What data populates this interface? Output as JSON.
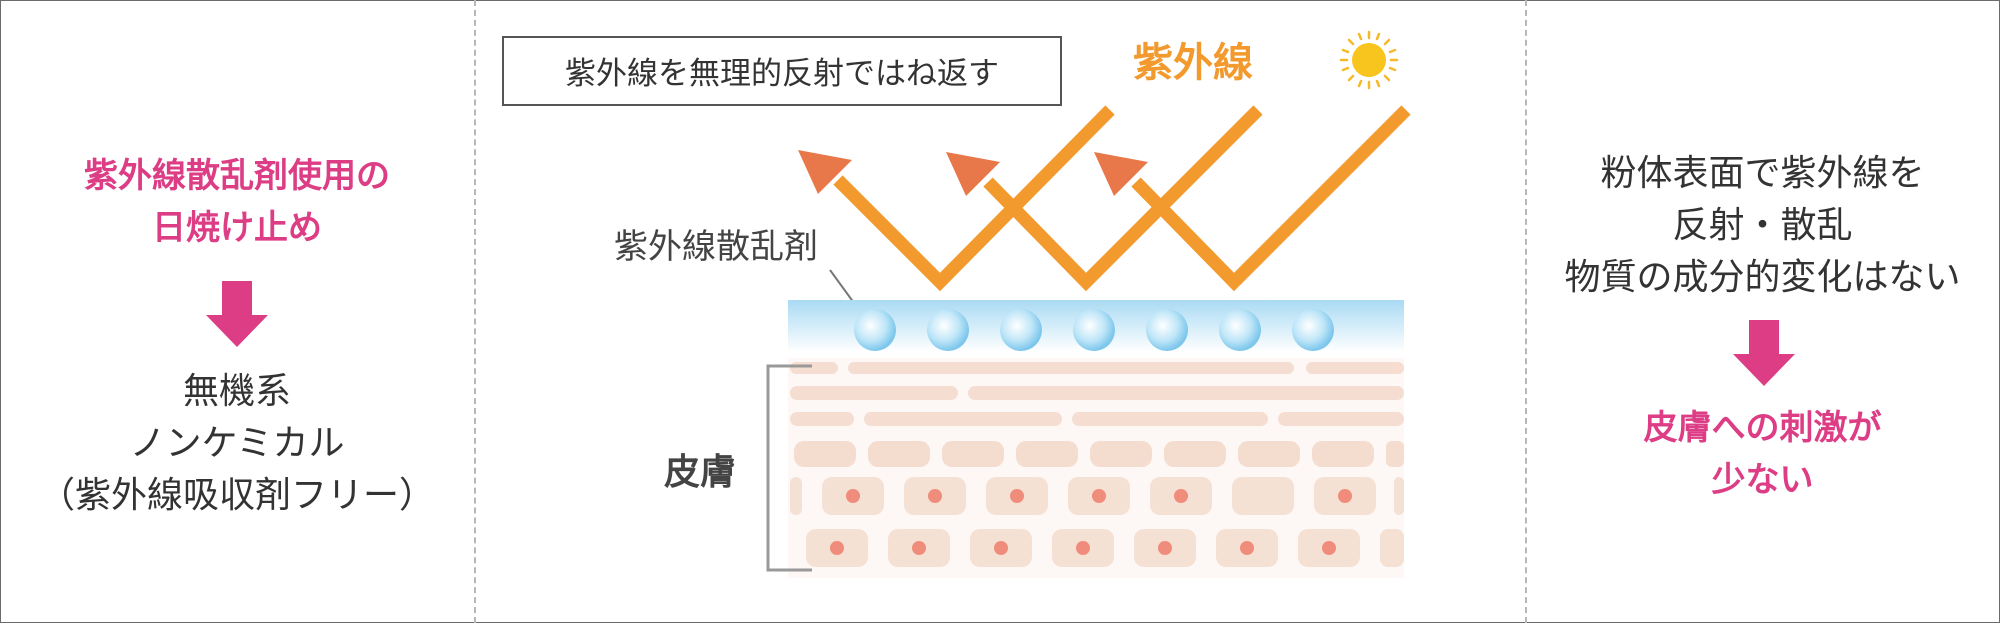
{
  "left": {
    "heading_line1": "紫外線散乱剤使用の",
    "heading_line2": "日焼け止め",
    "body_line1": "無機系",
    "body_line2": "ノンケミカル",
    "body_line3": "（紫外線吸収剤フリー）"
  },
  "center": {
    "box_label": "紫外線を無理的反射ではね返す",
    "uv_label": "紫外線",
    "scatter_label": "紫外線散乱剤",
    "skin_label": "皮膚"
  },
  "right": {
    "body_line1": "粉体表面で紫外線を",
    "body_line2": "反射・散乱",
    "body_line3": "物質の成分的変化はない",
    "result_line1": "皮膚への刺激が",
    "result_line2": "少ない"
  },
  "colors": {
    "pink": "#dc3d85",
    "orange": "#f29a2e",
    "reflect": "#e8774a",
    "text": "#333333",
    "layer_blue": "#bfe3f6",
    "skin": "#f7e3d8",
    "nucleus": "#f08c7c"
  },
  "icons": {
    "down_arrow": "down-arrow-icon",
    "sun": "sun-icon"
  }
}
